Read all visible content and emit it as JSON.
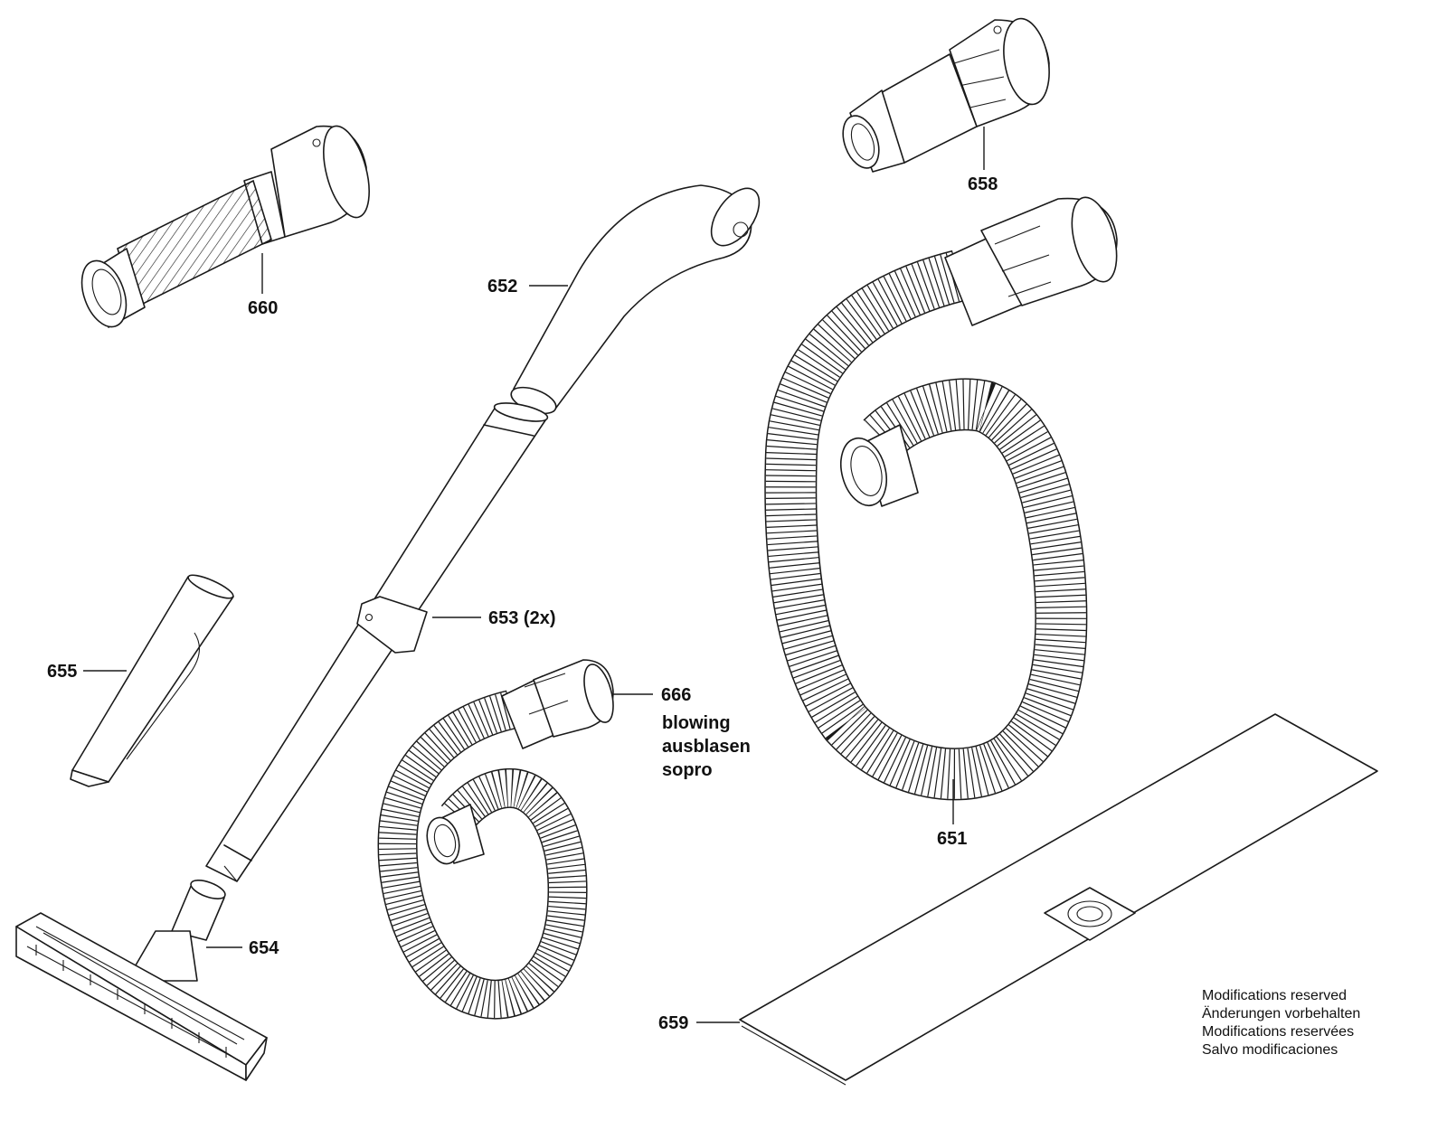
{
  "callouts": {
    "p651": "651",
    "p652": "652",
    "p653": "653 (2x)",
    "p654": "654",
    "p655": "655",
    "p658": "658",
    "p659": "659",
    "p660": "660",
    "p666": "666"
  },
  "blowing_note": [
    "blowing",
    "ausblasen",
    "sopro"
  ],
  "modifications_note": [
    "Modifications reserved",
    "Änderungen vorbehalten",
    "Modifications reservées",
    "Salvo modificaciones"
  ],
  "colors": {
    "line": "#1a1a1a",
    "background": "#ffffff"
  }
}
